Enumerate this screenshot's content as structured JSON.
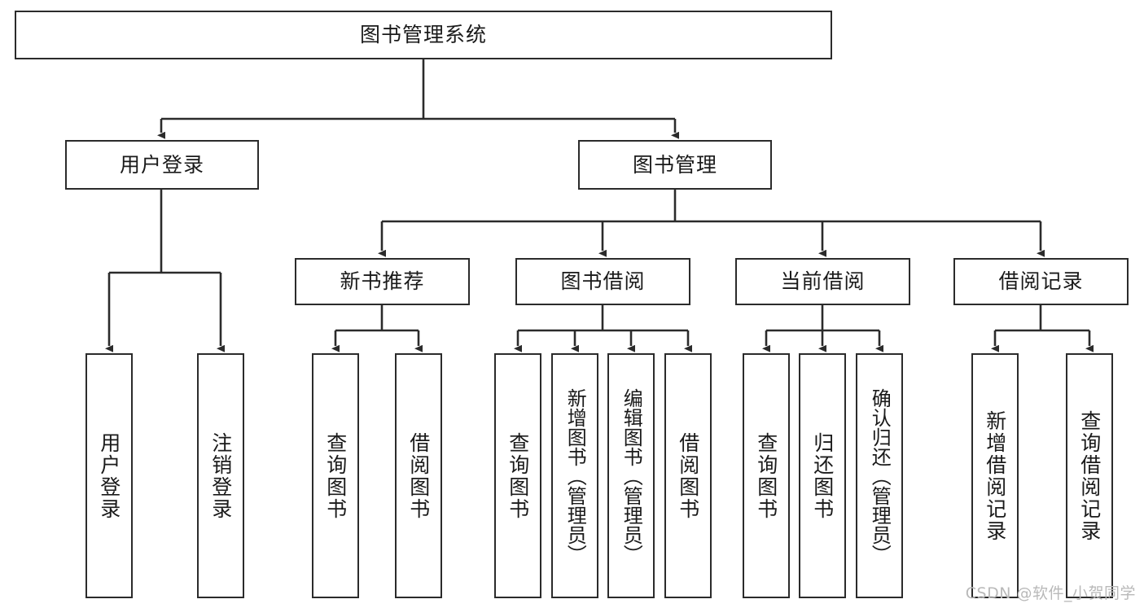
{
  "diagram": {
    "title": "图书管理系统",
    "root": {
      "id": "root",
      "label": "图书管理系统",
      "orientation": "horizontal"
    },
    "level2": [
      {
        "id": "user-login",
        "label": "用户登录",
        "orientation": "horizontal"
      },
      {
        "id": "book-management",
        "label": "图书管理",
        "orientation": "horizontal"
      }
    ],
    "level3": [
      {
        "id": "new-book-recommend",
        "label": "新书推荐",
        "orientation": "horizontal"
      },
      {
        "id": "book-borrow",
        "label": "图书借阅",
        "orientation": "horizontal"
      },
      {
        "id": "current-borrow",
        "label": "当前借阅",
        "orientation": "horizontal"
      },
      {
        "id": "borrow-record",
        "label": "借阅记录",
        "orientation": "horizontal"
      }
    ],
    "leaves": [
      {
        "id": "leaf-user-login",
        "label": "用户登录",
        "orientation": "vertical",
        "parent": "user-login"
      },
      {
        "id": "leaf-logout-login",
        "label": "注销登录",
        "orientation": "vertical",
        "parent": "user-login"
      },
      {
        "id": "leaf-query-book-1",
        "label": "查询图书",
        "orientation": "vertical",
        "parent": "new-book-recommend"
      },
      {
        "id": "leaf-borrow-book-1",
        "label": "借阅图书",
        "orientation": "vertical",
        "parent": "new-book-recommend"
      },
      {
        "id": "leaf-query-book-2",
        "label": "查询图书",
        "orientation": "vertical",
        "parent": "book-borrow"
      },
      {
        "id": "leaf-add-book-admin",
        "label": "新增图书（管理员）",
        "orientation": "vertical",
        "parent": "book-borrow"
      },
      {
        "id": "leaf-edit-book-admin",
        "label": "编辑图书（管理员）",
        "orientation": "vertical",
        "parent": "book-borrow"
      },
      {
        "id": "leaf-borrow-book-2",
        "label": "借阅图书",
        "orientation": "vertical",
        "parent": "book-borrow"
      },
      {
        "id": "leaf-query-book-3",
        "label": "查询图书",
        "orientation": "vertical",
        "parent": "current-borrow"
      },
      {
        "id": "leaf-return-book",
        "label": "归还图书",
        "orientation": "vertical",
        "parent": "current-borrow"
      },
      {
        "id": "leaf-confirm-return-admin",
        "label": "确认归还（管理员）",
        "orientation": "vertical",
        "parent": "current-borrow"
      },
      {
        "id": "leaf-add-borrow-record",
        "label": "新增借阅记录",
        "orientation": "vertical",
        "parent": "borrow-record"
      },
      {
        "id": "leaf-query-borrow-record",
        "label": "查询借阅记录",
        "orientation": "vertical",
        "parent": "borrow-record"
      }
    ],
    "watermark": "CSDN @软件_小贺同学",
    "colors": {
      "stroke": "#2b2b2b",
      "box_fill": "#ffffff",
      "text": "#1a1a1a",
      "watermark": "#b9b9b9",
      "background": "#ffffff"
    }
  }
}
